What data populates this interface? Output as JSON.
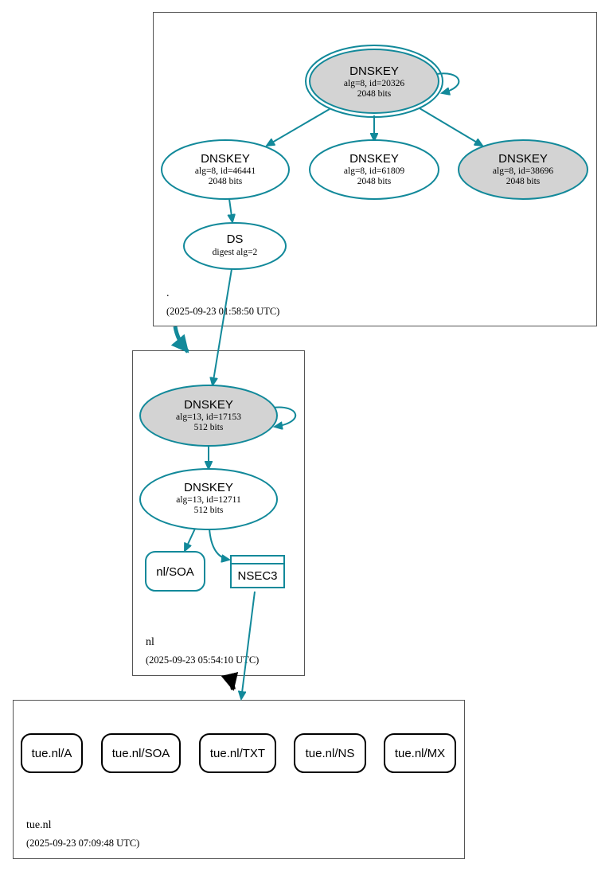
{
  "colors": {
    "edge": "#12899a",
    "key_fill_sep": "#d3d3d3",
    "delegation_secure": "#12899a",
    "delegation_insecure": "#000000",
    "cluster_border": "#555555"
  },
  "zones": {
    "root": {
      "name": ".",
      "timestamp": "(2025-09-23 01:58:50 UTC)",
      "ksk": {
        "title": "DNSKEY",
        "detail": "alg=8, id=20326",
        "size": "2048 bits"
      },
      "zsk": {
        "title": "DNSKEY",
        "detail": "alg=8, id=46441",
        "size": "2048 bits"
      },
      "key2": {
        "title": "DNSKEY",
        "detail": "alg=8, id=61809",
        "size": "2048 bits"
      },
      "key3": {
        "title": "DNSKEY",
        "detail": "alg=8, id=38696",
        "size": "2048 bits"
      },
      "ds": {
        "title": "DS",
        "detail": "digest alg=2"
      }
    },
    "nl": {
      "name": "nl",
      "timestamp": "(2025-09-23 05:54:10 UTC)",
      "ksk": {
        "title": "DNSKEY",
        "detail": "alg=13, id=17153",
        "size": "512 bits"
      },
      "zsk": {
        "title": "DNSKEY",
        "detail": "alg=13, id=12711",
        "size": "512 bits"
      },
      "soa": "nl/SOA",
      "nsec3": "NSEC3"
    },
    "tue": {
      "name": "tue.nl",
      "timestamp": "(2025-09-23 07:09:48 UTC)",
      "records": [
        "tue.nl/A",
        "tue.nl/SOA",
        "tue.nl/TXT",
        "tue.nl/NS",
        "tue.nl/MX"
      ]
    }
  }
}
